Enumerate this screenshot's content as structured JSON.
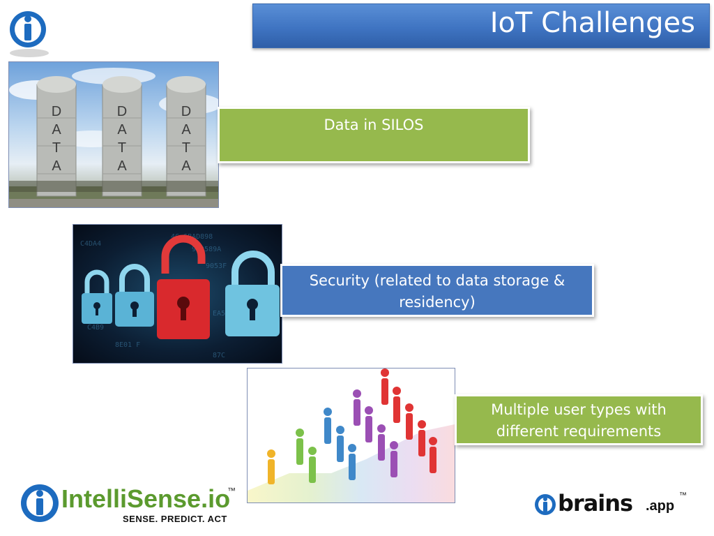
{
  "slide": {
    "title": "IoT Challenges",
    "callouts": [
      {
        "text": "Data in SILOS",
        "color": "#96b94d"
      },
      {
        "text": "Security (related to data storage & residency)",
        "color": "#4677be"
      },
      {
        "text": "Multiple user types with different requirements",
        "color": "#96b94d"
      }
    ],
    "silo_label": "DATA",
    "footer_logo": {
      "name": "IntelliSense.io",
      "tagline": "SENSE. PREDICT. ACT",
      "tm": "™"
    },
    "brains_logo": {
      "name": "brains",
      "suffix": ".app",
      "tm": "™"
    }
  },
  "colors": {
    "accent_blue": "#2e63b4",
    "accent_green": "#96b94d"
  }
}
